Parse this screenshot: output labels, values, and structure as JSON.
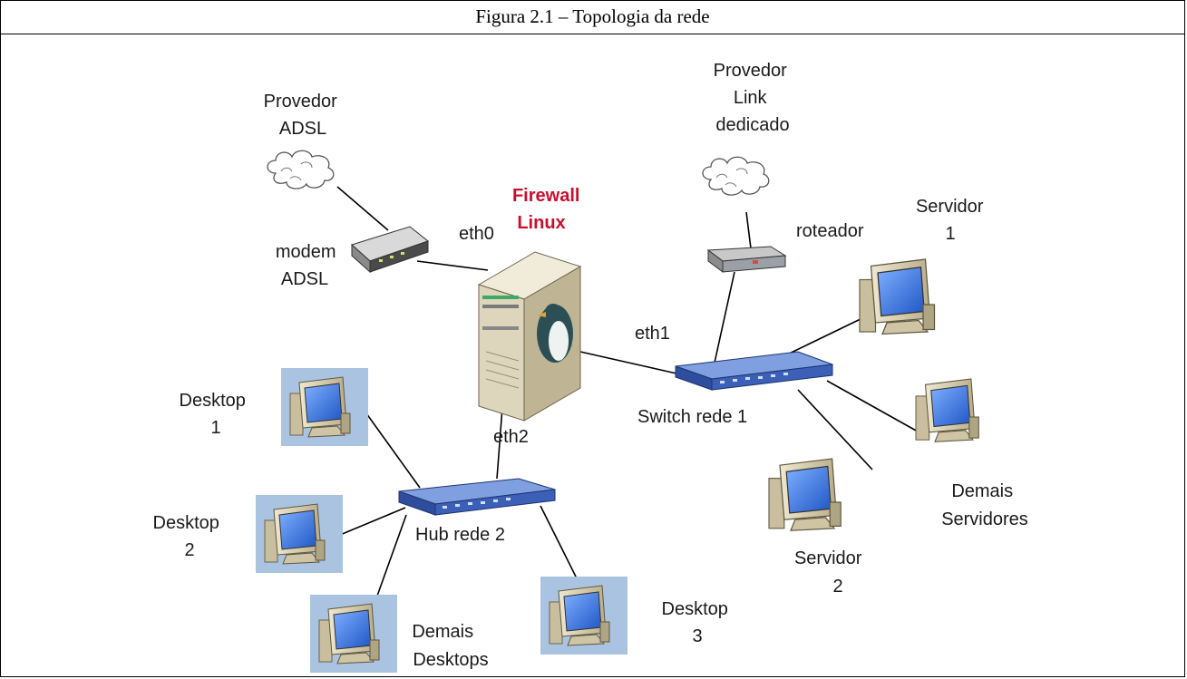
{
  "caption": "Figura 2.1 – Topologia da rede",
  "nodes": {
    "provedor_adsl": [
      "Provedor",
      "ADSL"
    ],
    "provedor_link": [
      "Provedor",
      "Link",
      "dedicado"
    ],
    "firewall": [
      "Firewall",
      "Linux"
    ],
    "modem": [
      "modem",
      "ADSL"
    ],
    "roteador": "roteador",
    "servidor1": [
      "Servidor",
      "1"
    ],
    "servidor2": [
      "Servidor",
      "2"
    ],
    "demais_servidores": [
      "Demais",
      "Servidores"
    ],
    "switch": "Switch rede 1",
    "hub": "Hub rede 2",
    "desktop1": [
      "Desktop",
      "1"
    ],
    "desktop2": [
      "Desktop",
      "2"
    ],
    "desktop3": [
      "Desktop",
      "3"
    ],
    "demais_desktops": [
      "Demais",
      "Desktops"
    ]
  },
  "interfaces": {
    "eth0": "eth0",
    "eth1": "eth1",
    "eth2": "eth2"
  },
  "colors": {
    "firewall_label": "#c8102e",
    "desktop_bg": "#a9c3e0",
    "monitor_screen": "#2d6fd6",
    "device_blue": "#5a7fc8",
    "beige": "#d8cfb2"
  }
}
